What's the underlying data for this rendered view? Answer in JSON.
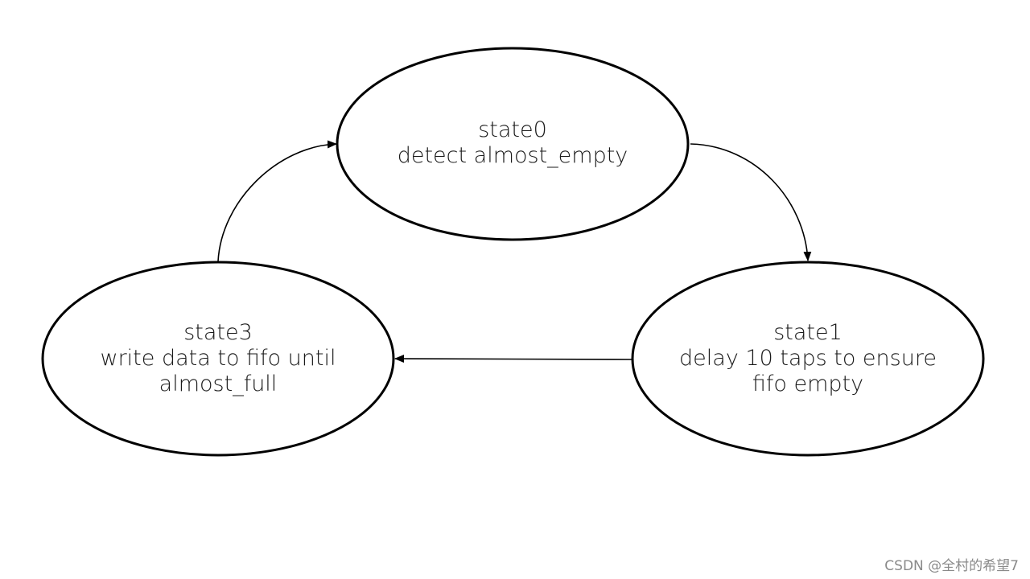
{
  "states": [
    {
      "id": "state0",
      "lines": [
        "state0",
        "detect almost_empty"
      ]
    },
    {
      "id": "state1",
      "lines": [
        "state1",
        "delay 10 taps to ensure",
        "fifo empty"
      ]
    },
    {
      "id": "state3",
      "lines": [
        "state3",
        "write data to fifo until",
        "almost_full"
      ]
    }
  ],
  "transitions": [
    {
      "from": "state0",
      "to": "state1"
    },
    {
      "from": "state1",
      "to": "state3"
    },
    {
      "from": "state3",
      "to": "state0"
    }
  ],
  "watermark": "CSDN @全村的希望7"
}
